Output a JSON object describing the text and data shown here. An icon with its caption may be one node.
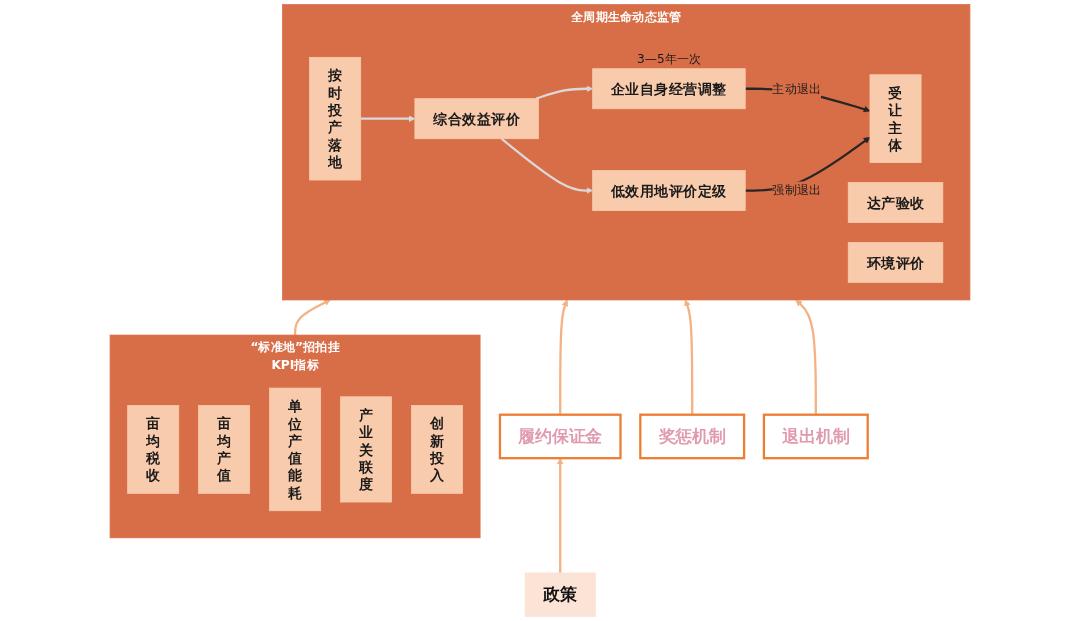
{
  "diagram": {
    "nodes": [
      {
        "text": [
          "“标准地”招拍挂",
          "KPI指标"
        ]
      },
      {
        "text": [
          "亩均税收"
        ],
        "in": 0
      },
      {
        "text": [
          "亩均产值"
        ],
        "in": 0
      },
      {
        "text": [
          "单位产值能耗"
        ],
        "in": 0
      },
      {
        "text": [
          "产业关联度"
        ],
        "in": 0
      },
      {
        "text": [
          "创新投入"
        ],
        "in": 0
      },
      {
        "text": [
          "全周期生命动态监管"
        ]
      },
      {
        "text": [
          "按时投产落地"
        ],
        "in": 6
      },
      {
        "text": [
          "达产验收"
        ],
        "in": 6
      },
      {
        "text": [
          "综合效益评价"
        ],
        "in": 6
      },
      {
        "text": [
          "环境评价"
        ],
        "in": 6
      },
      {
        "text": [
          "企业自身经营调整"
        ],
        "in": 6,
        "beside": [
          "3—5年一次"
        ]
      },
      {
        "text": [
          "低效用地评价定级"
        ],
        "in": 6
      },
      {
        "text": [
          "受让主体"
        ],
        "in": 6
      },
      {
        "text": [
          "政策"
        ]
      },
      {
        "text": [
          "履约保证金"
        ]
      },
      {
        "text": [
          "奖惩机制"
        ]
      },
      {
        "text": [
          "退出机制"
        ]
      }
    ],
    "edges": [
      {
        "from": 0,
        "to": 6,
        "arrow": "to"
      },
      {
        "from": 7,
        "to": 9,
        "arrow": "to",
        "color": "#d9d9d9"
      },
      {
        "from": 9,
        "to": 11,
        "arrow": "to",
        "color": "#d9d9d9"
      },
      {
        "from": 9,
        "to": 12,
        "arrow": "to",
        "color": "#d9d9d9"
      },
      {
        "from": 11,
        "to": 13,
        "arrow": "to",
        "label": "主动退出",
        "color": "#262626"
      },
      {
        "from": 12,
        "to": 13,
        "arrow": "to",
        "label": "强制退出",
        "color": "#262626"
      },
      {
        "from": 14,
        "to": 15,
        "arrow": "to"
      },
      {
        "from": 15,
        "to": 6,
        "arrow": "to"
      },
      {
        "from": 16,
        "to": 6,
        "arrow": "to"
      },
      {
        "from": 17,
        "to": 6,
        "arrow": "to"
      }
    ]
  }
}
